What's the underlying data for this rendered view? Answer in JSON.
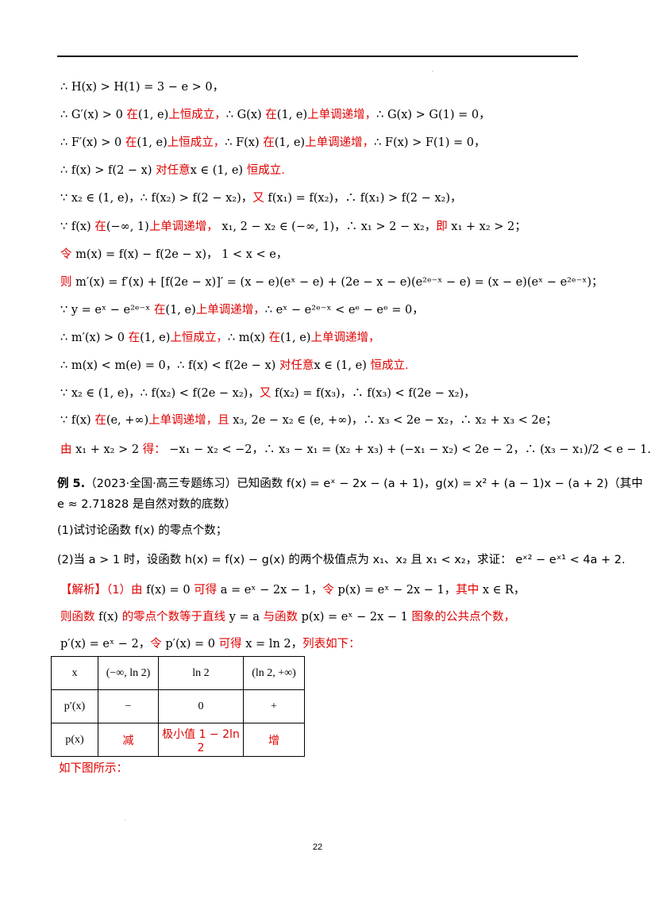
{
  "lines": [
    {
      "segs": [
        {
          "t": "∴ H(x) > H(1) = 3 − e > 0，",
          "c": "b"
        }
      ]
    },
    {
      "segs": [
        {
          "t": "∴ G′(x) > 0 ",
          "c": "b"
        },
        {
          "t": "在",
          "c": "r"
        },
        {
          "t": "(1, e)",
          "c": "b"
        },
        {
          "t": "上恒成立，",
          "c": "r"
        },
        {
          "t": "∴ G(x) ",
          "c": "b"
        },
        {
          "t": "在",
          "c": "r"
        },
        {
          "t": "(1, e)",
          "c": "b"
        },
        {
          "t": "上单调递增，",
          "c": "r"
        },
        {
          "t": "∴ G(x) > G(1) = 0，",
          "c": "b"
        }
      ]
    },
    {
      "segs": [
        {
          "t": "∴ F′(x) > 0 ",
          "c": "b"
        },
        {
          "t": "在",
          "c": "r"
        },
        {
          "t": "(1, e)",
          "c": "b"
        },
        {
          "t": "上恒成立，",
          "c": "r"
        },
        {
          "t": "∴ F(x) ",
          "c": "b"
        },
        {
          "t": "在",
          "c": "r"
        },
        {
          "t": "(1, e)",
          "c": "b"
        },
        {
          "t": "上单调递增，",
          "c": "r"
        },
        {
          "t": "∴ F(x) > F(1) = 0，",
          "c": "b"
        }
      ]
    },
    {
      "segs": [
        {
          "t": "∴ f(x) > f(2 − x) ",
          "c": "b"
        },
        {
          "t": "对任意",
          "c": "r"
        },
        {
          "t": "x ∈ (1, e) ",
          "c": "b"
        },
        {
          "t": "恒成立.",
          "c": "r"
        }
      ]
    },
    {
      "segs": [
        {
          "t": "∵ x₂ ∈ (1, e)，∴ f(x₂) > f(2 − x₂)，",
          "c": "b"
        },
        {
          "t": "又",
          "c": "r"
        },
        {
          "t": " f(x₁) = f(x₂)，∴ f(x₁) > f(2 − x₂)，",
          "c": "b"
        }
      ]
    },
    {
      "segs": [
        {
          "t": "∵ f(x) ",
          "c": "b"
        },
        {
          "t": "在",
          "c": "r"
        },
        {
          "t": "(−∞, 1)",
          "c": "b"
        },
        {
          "t": "上单调递增，",
          "c": "r"
        },
        {
          "t": " x₁, 2 − x₂ ∈ (−∞, 1)，∴ x₁ > 2 − x₂，",
          "c": "b"
        },
        {
          "t": "即",
          "c": "r"
        },
        {
          "t": " x₁ + x₂ > 2；",
          "c": "b"
        }
      ]
    },
    {
      "segs": [
        {
          "t": "令",
          "c": "r"
        },
        {
          "t": " m(x) = f(x) − f(2e − x)，  1 < x < e，",
          "c": "b"
        }
      ]
    },
    {
      "segs": [
        {
          "t": "则",
          "c": "r"
        },
        {
          "t": " m′(x) = f′(x) + [f(2e − x)]′ = (x − e)(eˣ − e) + (2e − x − e)(e²ᵉ⁻ˣ − e) = (x − e)(eˣ − e²ᵉ⁻ˣ)；",
          "c": "b"
        }
      ]
    },
    {
      "segs": [
        {
          "t": "∵ y = eˣ − e²ᵉ⁻ˣ ",
          "c": "b"
        },
        {
          "t": "在",
          "c": "r"
        },
        {
          "t": "(1, e)",
          "c": "b"
        },
        {
          "t": "上单调递增，",
          "c": "r"
        },
        {
          "t": "∴ eˣ − e²ᵉ⁻ˣ < eᵉ − eᵉ = 0，",
          "c": "b"
        }
      ]
    },
    {
      "segs": [
        {
          "t": "∴ m′(x) > 0 ",
          "c": "b"
        },
        {
          "t": "在",
          "c": "r"
        },
        {
          "t": "(1, e)",
          "c": "b"
        },
        {
          "t": "上恒成立，",
          "c": "r"
        },
        {
          "t": "∴ m(x) ",
          "c": "b"
        },
        {
          "t": "在",
          "c": "r"
        },
        {
          "t": "(1, e)",
          "c": "b"
        },
        {
          "t": "上单调递增，",
          "c": "r"
        }
      ]
    },
    {
      "segs": [
        {
          "t": "∴ m(x) < m(e) = 0，∴ f(x) < f(2e − x) ",
          "c": "b"
        },
        {
          "t": "对任意",
          "c": "r"
        },
        {
          "t": "x ∈ (1, e) ",
          "c": "b"
        },
        {
          "t": "恒成立.",
          "c": "r"
        }
      ]
    },
    {
      "segs": [
        {
          "t": "∵ x₂ ∈ (1, e)，∴ f(x₂) < f(2e − x₂)，",
          "c": "b"
        },
        {
          "t": "又",
          "c": "r"
        },
        {
          "t": " f(x₂) = f(x₃)，∴ f(x₃) < f(2e − x₂)，",
          "c": "b"
        }
      ]
    },
    {
      "segs": [
        {
          "t": "∵ f(x) ",
          "c": "b"
        },
        {
          "t": "在",
          "c": "r"
        },
        {
          "t": "(e, +∞)",
          "c": "b"
        },
        {
          "t": "上单调递增，且",
          "c": "r"
        },
        {
          "t": " x₃, 2e − x₂ ∈ (e, +∞)，∴ x₃ < 2e − x₂，∴ x₂ + x₃ < 2e；",
          "c": "b"
        }
      ]
    },
    {
      "segs": [
        {
          "t": "由",
          "c": "r"
        },
        {
          "t": " x₁ + x₂ > 2 ",
          "c": "b"
        },
        {
          "t": "得：",
          "c": "r"
        },
        {
          "t": " −x₁ − x₂ < −2，∴ x₃ − x₁ = (x₂ + x₃) + (−x₁ − x₂) < 2e − 2，∴ (x₃ − x₁)/2 < e − 1.",
          "c": "b"
        }
      ]
    },
    {
      "segs": [
        {
          "t": "例 5.",
          "c": "h"
        },
        {
          "t": "（2023·全国·高三专题练习）已知函数 f(x) = eˣ − 2x − (a + 1)，g(x) = x² + (a − 1)x − (a + 2)（其中",
          "c": "n"
        }
      ]
    },
    {
      "segs": [
        {
          "t": "e ≈ 2.71828 是自然对数的底数）",
          "c": "n"
        }
      ]
    },
    {
      "segs": [
        {
          "t": "(1)试讨论函数 f(x) 的零点个数；",
          "c": "n"
        }
      ]
    },
    {
      "segs": [
        {
          "t": "(2)当 a > 1 时，设函数 h(x) = f(x) − g(x) 的两个极值点为 x₁、x₂ 且 x₁ < x₂，求证： eˣ² − eˣ¹ < 4a + 2.",
          "c": "n"
        }
      ]
    },
    {
      "segs": [
        {
          "t": "【解析】（1）由",
          "c": "r"
        },
        {
          "t": " f(x) = 0 ",
          "c": "b"
        },
        {
          "t": "可得",
          "c": "r"
        },
        {
          "t": " a = eˣ − 2x − 1，",
          "c": "b"
        },
        {
          "t": "令",
          "c": "r"
        },
        {
          "t": " p(x) = eˣ − 2x − 1，",
          "c": "b"
        },
        {
          "t": "其中",
          "c": "r"
        },
        {
          "t": " x ∈ R，",
          "c": "b"
        }
      ]
    },
    {
      "segs": [
        {
          "t": "则函数",
          "c": "r"
        },
        {
          "t": " f(x) ",
          "c": "b"
        },
        {
          "t": "的零点个数等于直线",
          "c": "r"
        },
        {
          "t": " y = a ",
          "c": "b"
        },
        {
          "t": "与函数",
          "c": "r"
        },
        {
          "t": " p(x) = eˣ − 2x − 1 ",
          "c": "b"
        },
        {
          "t": "图象的公共点个数，",
          "c": "r"
        }
      ]
    },
    {
      "segs": [
        {
          "t": "p′(x) = eˣ − 2，",
          "c": "b"
        },
        {
          "t": "令",
          "c": "r"
        },
        {
          "t": " p′(x) = 0 ",
          "c": "b"
        },
        {
          "t": "可得",
          "c": "r"
        },
        {
          "t": " x = ln 2，",
          "c": "b"
        },
        {
          "t": "列表如下：",
          "c": "r"
        }
      ]
    }
  ],
  "table": {
    "rows": [
      [
        "x",
        "(−∞, ln 2)",
        "ln 2",
        "(ln 2, +∞)"
      ],
      [
        "p′(x)",
        "−",
        "0",
        "+"
      ],
      [
        "p(x)",
        "减",
        "极小值 1 − 2ln 2",
        "增"
      ]
    ]
  },
  "after_table": "如下图所示：",
  "page_number": "22"
}
